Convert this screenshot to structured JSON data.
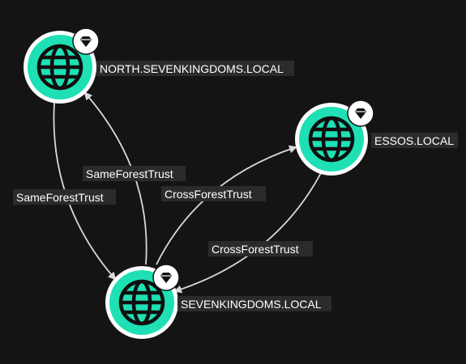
{
  "graph": {
    "colors": {
      "background": "#141414",
      "node_fill": "#1ee0b4",
      "node_ring": "#ffffff",
      "edge": "#d9d9d9",
      "label_bg": "#2b2b2b",
      "label_text": "#ffffff"
    },
    "nodes": [
      {
        "id": "north",
        "label": "NORTH.SEVENKINGDOMS.LOCAL",
        "icon": "globe-icon",
        "badge": "gem-icon"
      },
      {
        "id": "essos",
        "label": "ESSOS.LOCAL",
        "icon": "globe-icon",
        "badge": "gem-icon"
      },
      {
        "id": "seven",
        "label": "SEVENKINGDOMS.LOCAL",
        "icon": "globe-icon",
        "badge": "gem-icon"
      }
    ],
    "edges": [
      {
        "id": "north-to-seven",
        "from": "north",
        "to": "seven",
        "label": "SameForestTrust"
      },
      {
        "id": "seven-to-north",
        "from": "seven",
        "to": "north",
        "label": "SameForestTrust"
      },
      {
        "id": "seven-to-essos",
        "from": "seven",
        "to": "essos",
        "label": "CrossForestTrust"
      },
      {
        "id": "essos-to-seven",
        "from": "essos",
        "to": "seven",
        "label": "CrossForestTrust"
      }
    ]
  }
}
